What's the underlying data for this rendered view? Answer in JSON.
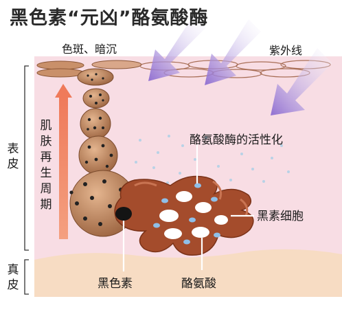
{
  "title": "黑色素“元凶”酪氨酸酶",
  "labels": {
    "spots": "色斑、暗沉",
    "uv": "紫外线",
    "tyrosinase_activation": "酪氨酸酶的活性化",
    "melanocyte": "黑素细胞",
    "melanin": "黑色素",
    "tyrosine": "酪氨酸",
    "epidermis": "表皮",
    "dermis": "真皮",
    "renewal_cycle": "肌肤再生周期"
  },
  "colors": {
    "skin_pink": "#f8dde4",
    "dermis": "#f7dcc3",
    "melanocyte": "#a44c2c",
    "uv_arrow": "#9b7fd6",
    "renewal_arrow": "#f28d6c"
  }
}
